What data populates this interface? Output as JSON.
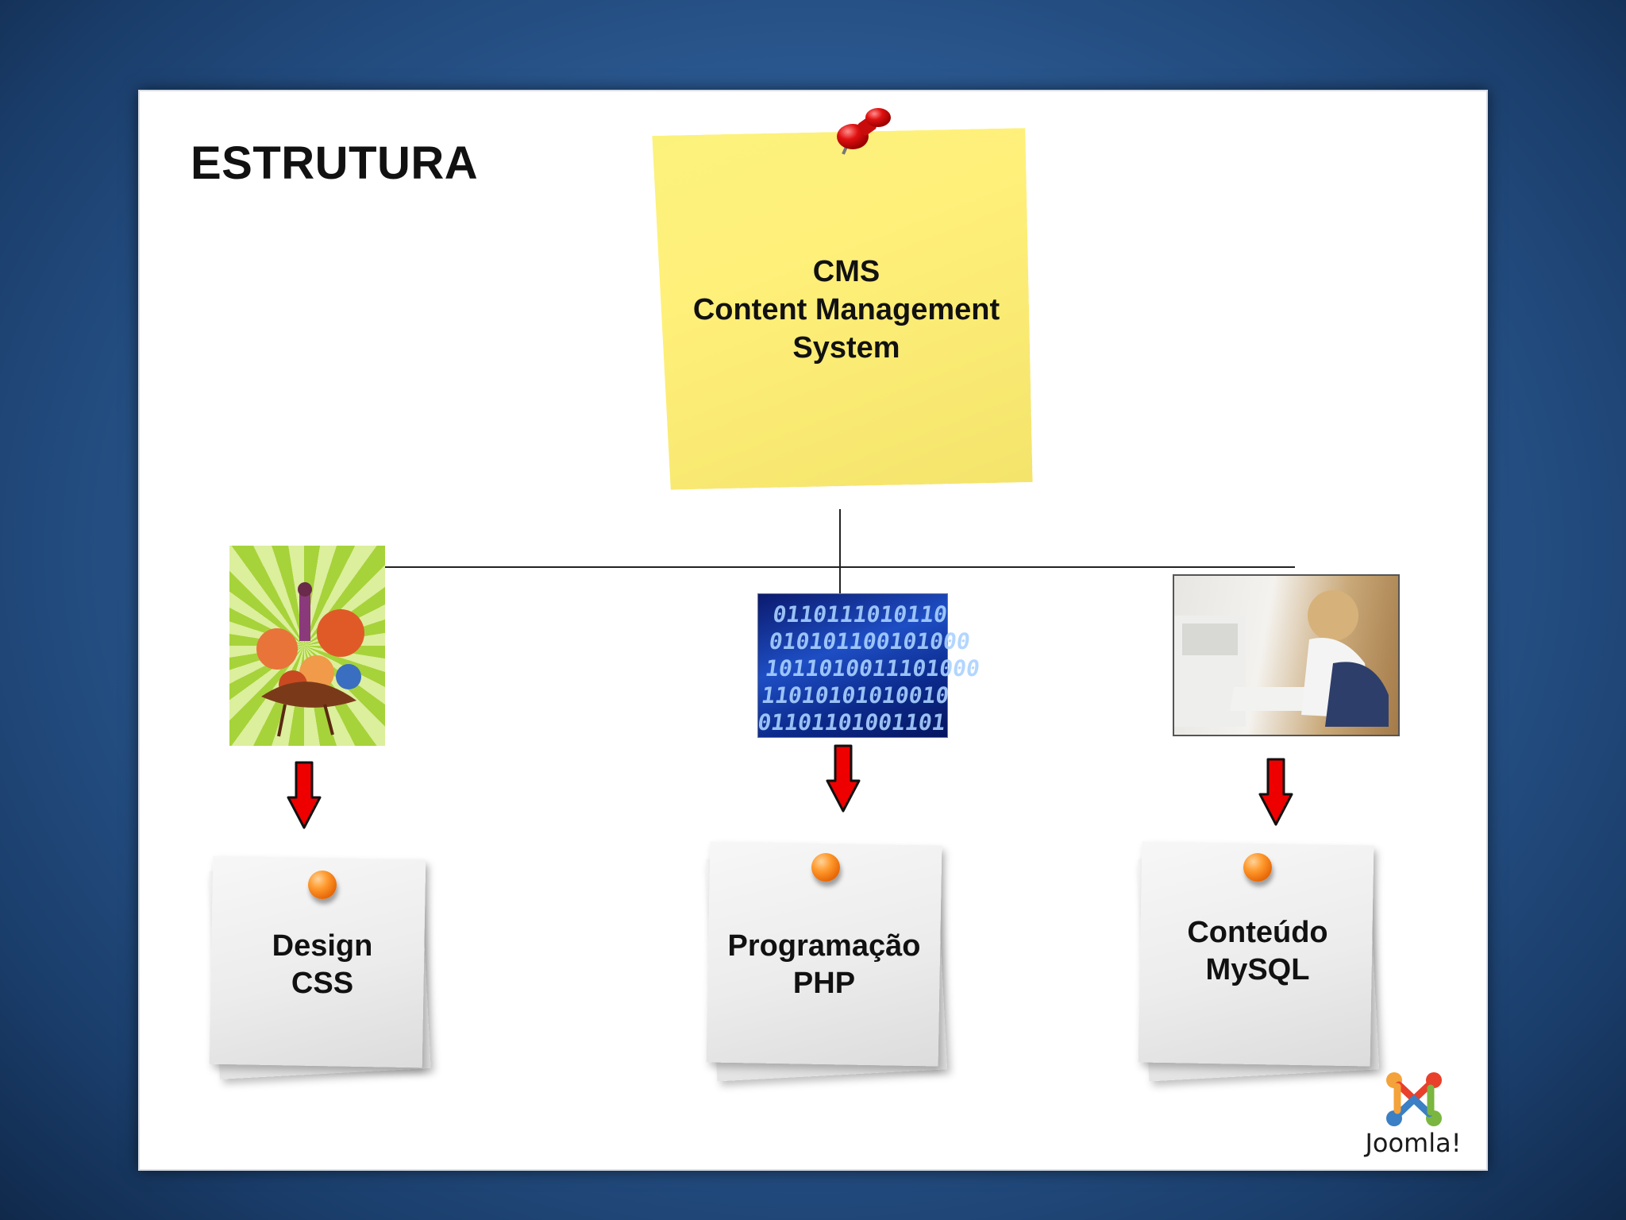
{
  "slide": {
    "title": "ESTRUTURA",
    "root_note": {
      "lines": [
        "CMS",
        "Content Management",
        "System"
      ]
    },
    "branches": [
      {
        "lines": [
          "Design",
          "CSS"
        ],
        "image": "flower-art-image"
      },
      {
        "lines": [
          "Programação",
          "PHP"
        ],
        "image": "binary-code-image"
      },
      {
        "lines": [
          "Conteúdo",
          "MySQL"
        ],
        "image": "child-at-computer-image"
      }
    ],
    "logo": "Joomla!"
  },
  "colors": {
    "post_it": "#fff07a",
    "arrow": "#ee0000",
    "pin_red": "#e01010",
    "pin_orange": "#ff8a1a",
    "background": "#2c5b94"
  },
  "decor": {
    "code_rows": [
      "0110111010110",
      "010101100101000",
      "1011010011101000",
      "11010101010010",
      "01101101001101"
    ]
  }
}
